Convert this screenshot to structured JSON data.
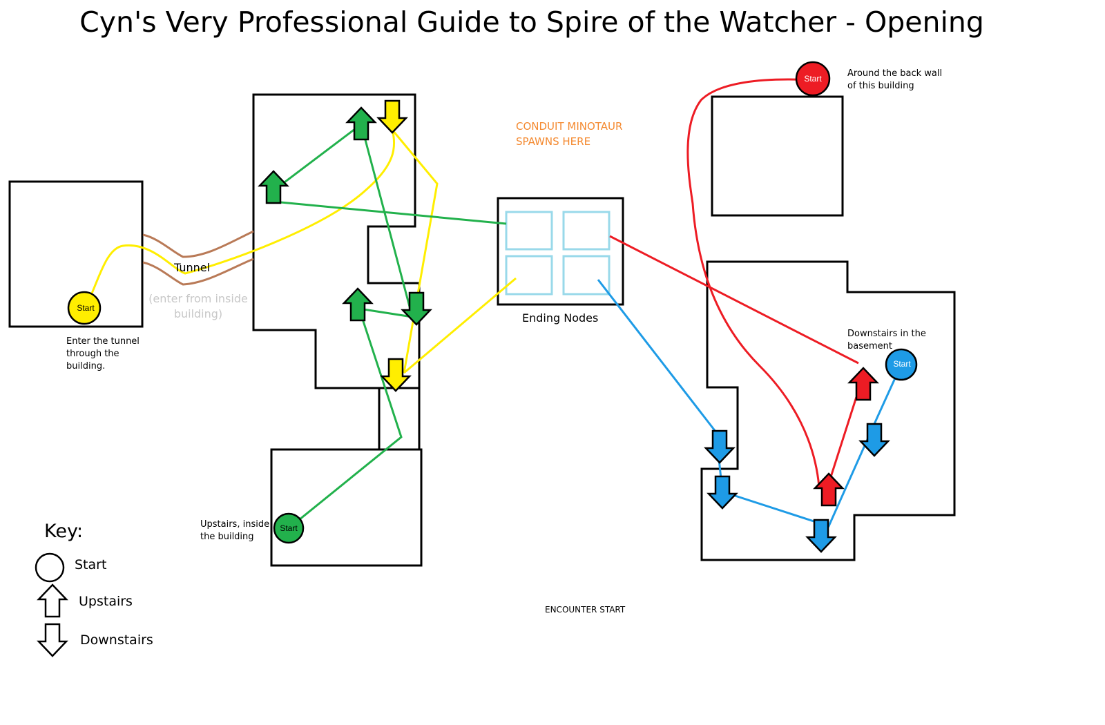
{
  "title": "Cyn's Very Professional Guide to Spire of the Watcher - Opening",
  "labels": {
    "tunnel": "Tunnel",
    "tunnel_note": "(enter from inside building)",
    "yellow_note": "Enter the tunnel through the building.",
    "green_note": "Upstairs, inside the building",
    "red_note": "Around the back wall of this building",
    "blue_note": "Downstairs in the basement",
    "minotaur": "CONDUIT MINOTAUR SPAWNS HERE",
    "ending_nodes": "Ending Nodes",
    "encounter_start": "ENCOUNTER START",
    "start": "Start"
  },
  "key": {
    "title": "Key:",
    "start": "Start",
    "upstairs": "Upstairs",
    "downstairs": "Downstairs"
  },
  "colors": {
    "yellow": "#ffee00",
    "green": "#22b14c",
    "red": "#ed1c24",
    "blue": "#1e9be6",
    "tunnel": "#b97a57",
    "node": "#99d9ea",
    "orange_text": "#f4892f"
  },
  "routes": [
    {
      "color": "yellow",
      "start_label": "Start",
      "note": "Enter the tunnel through the building."
    },
    {
      "color": "green",
      "start_label": "Start",
      "note": "Upstairs, inside the building"
    },
    {
      "color": "red",
      "start_label": "Start",
      "note": "Around the back wall of this building"
    },
    {
      "color": "blue",
      "start_label": "Start",
      "note": "Downstairs in the basement"
    }
  ]
}
